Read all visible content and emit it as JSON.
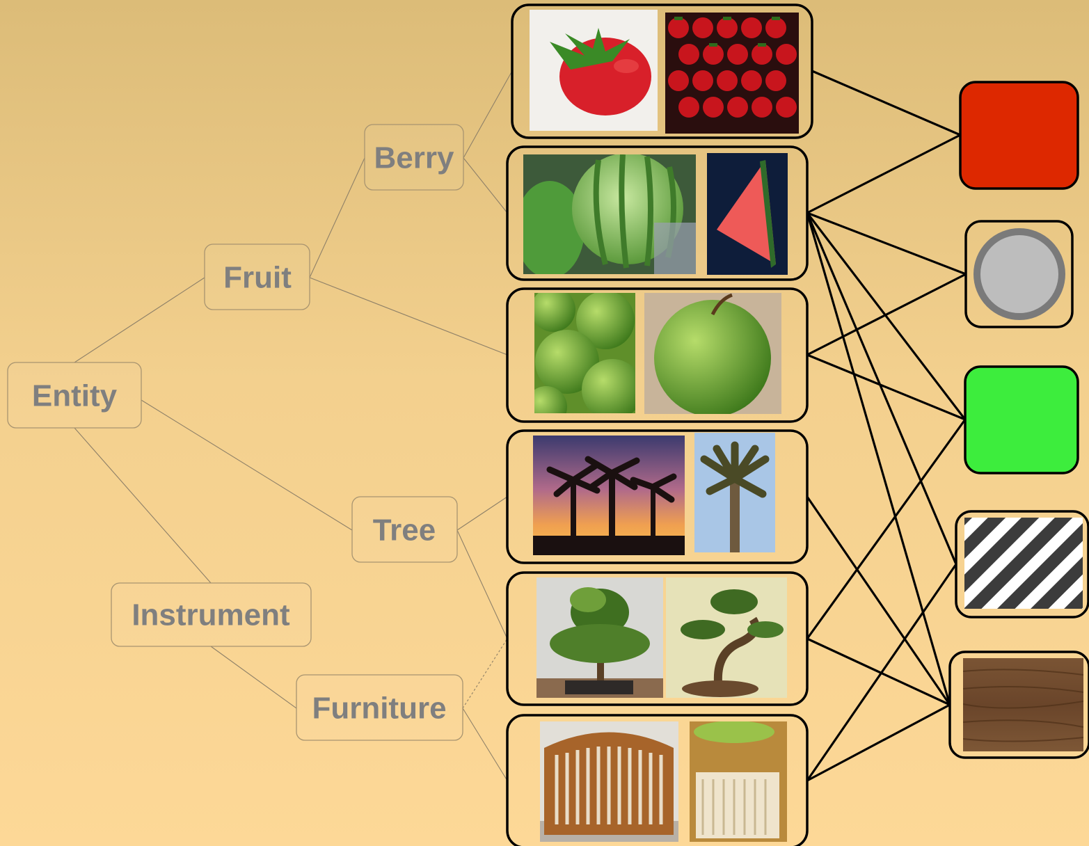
{
  "nodes": [
    {
      "id": "entity",
      "label": "Entity"
    },
    {
      "id": "fruit",
      "label": "Fruit"
    },
    {
      "id": "berry",
      "label": "Berry"
    },
    {
      "id": "tree",
      "label": "Tree"
    },
    {
      "id": "instrument",
      "label": "Instrument"
    },
    {
      "id": "furniture",
      "label": "Furniture"
    }
  ],
  "hierarchy_edges": [
    {
      "from": "entity",
      "to": "fruit"
    },
    {
      "from": "entity",
      "to": "tree"
    },
    {
      "from": "entity",
      "to": "instrument"
    },
    {
      "from": "fruit",
      "to": "berry"
    },
    {
      "from": "fruit",
      "to": "g-apple"
    },
    {
      "from": "berry",
      "to": "g-strawberry"
    },
    {
      "from": "berry",
      "to": "g-watermelon"
    },
    {
      "from": "tree",
      "to": "g-palm"
    },
    {
      "from": "tree",
      "to": "g-bonsai"
    },
    {
      "from": "instrument",
      "to": "furniture"
    },
    {
      "from": "furniture",
      "to": "g-bonsai",
      "dashed": true
    },
    {
      "from": "furniture",
      "to": "g-crib"
    }
  ],
  "image_groups": [
    {
      "id": "g-strawberry",
      "images": [
        "strawberry",
        "strawberry-pile"
      ]
    },
    {
      "id": "g-watermelon",
      "images": [
        "watermelon-whole",
        "watermelon-slice"
      ]
    },
    {
      "id": "g-apple",
      "images": [
        "green-apples",
        "green-apple"
      ]
    },
    {
      "id": "g-palm",
      "images": [
        "palm-sunset",
        "palm-tree"
      ]
    },
    {
      "id": "g-bonsai",
      "images": [
        "bonsai-round",
        "bonsai-twisted"
      ]
    },
    {
      "id": "g-crib",
      "images": [
        "wooden-crib",
        "white-crib"
      ]
    }
  ],
  "attributes": [
    {
      "id": "red",
      "swatch": "solid",
      "color": "#dd2800"
    },
    {
      "id": "gray-ring",
      "swatch": "ring",
      "color": "#bdbdbd",
      "ring_color": "#7a7a7a"
    },
    {
      "id": "green",
      "swatch": "solid",
      "color": "#3ded3d"
    },
    {
      "id": "stripes",
      "swatch": "stripes",
      "color": "#3c3c3c"
    },
    {
      "id": "wood",
      "swatch": "wood",
      "color": "#6e4a2e"
    }
  ],
  "attribute_edges": [
    {
      "group": "g-strawberry",
      "attr": "red"
    },
    {
      "group": "g-watermelon",
      "attr": "red"
    },
    {
      "group": "g-watermelon",
      "attr": "gray-ring"
    },
    {
      "group": "g-watermelon",
      "attr": "green"
    },
    {
      "group": "g-watermelon",
      "attr": "stripes"
    },
    {
      "group": "g-watermelon",
      "attr": "wood"
    },
    {
      "group": "g-apple",
      "attr": "gray-ring"
    },
    {
      "group": "g-apple",
      "attr": "green"
    },
    {
      "group": "g-palm",
      "attr": "wood"
    },
    {
      "group": "g-bonsai",
      "attr": "green"
    },
    {
      "group": "g-bonsai",
      "attr": "wood"
    },
    {
      "group": "g-crib",
      "attr": "stripes"
    },
    {
      "group": "g-crib",
      "attr": "wood"
    }
  ]
}
